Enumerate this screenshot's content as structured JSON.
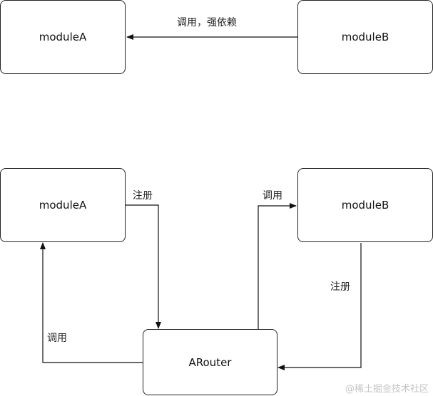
{
  "top": {
    "left_box": "moduleA",
    "right_box": "moduleB",
    "edge_label": "调用，强依赖"
  },
  "bottom": {
    "left_box": "moduleA",
    "right_box": "moduleB",
    "router_box": "ARouter",
    "edge_a_register": "注册",
    "edge_b_register": "注册",
    "edge_call_b": "调用",
    "edge_call_a": "调用"
  },
  "watermark": "@稀土掘金技术社区"
}
